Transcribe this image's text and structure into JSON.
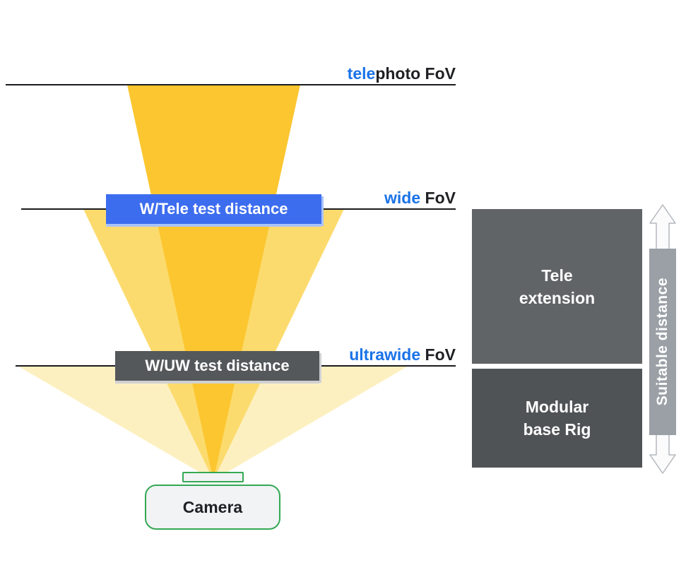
{
  "diagram": {
    "fov_labels": {
      "telephoto": {
        "blue": "tele",
        "black": "photo FoV"
      },
      "wide": {
        "blue": "wide",
        "black": " FoV"
      },
      "ultrawide": {
        "blue": "ultrawide",
        "black": " FoV"
      }
    },
    "badges": {
      "w_tele": "W/Tele test distance",
      "w_uw": "W/UW test distance"
    },
    "camera_label": "Camera",
    "rig": {
      "tele_extension": "Tele\nextension",
      "modular_base": "Modular\nbase Rig"
    },
    "arrow_label": "Suitable distance",
    "colors": {
      "accent_blue": "#1a73e8",
      "badge_blue": "#3d6def",
      "badge_gray": "#55585b",
      "cone_telephoto": "#fbc62f",
      "cone_wide": "#fcdb6e",
      "cone_ultrawide": "#fdf0c0",
      "rig_box_top": "#616467",
      "rig_box_bottom": "#505356",
      "band_gray": "#9aa0a6",
      "camera_green": "#34a853",
      "line_black": "#1b1b1f"
    }
  }
}
